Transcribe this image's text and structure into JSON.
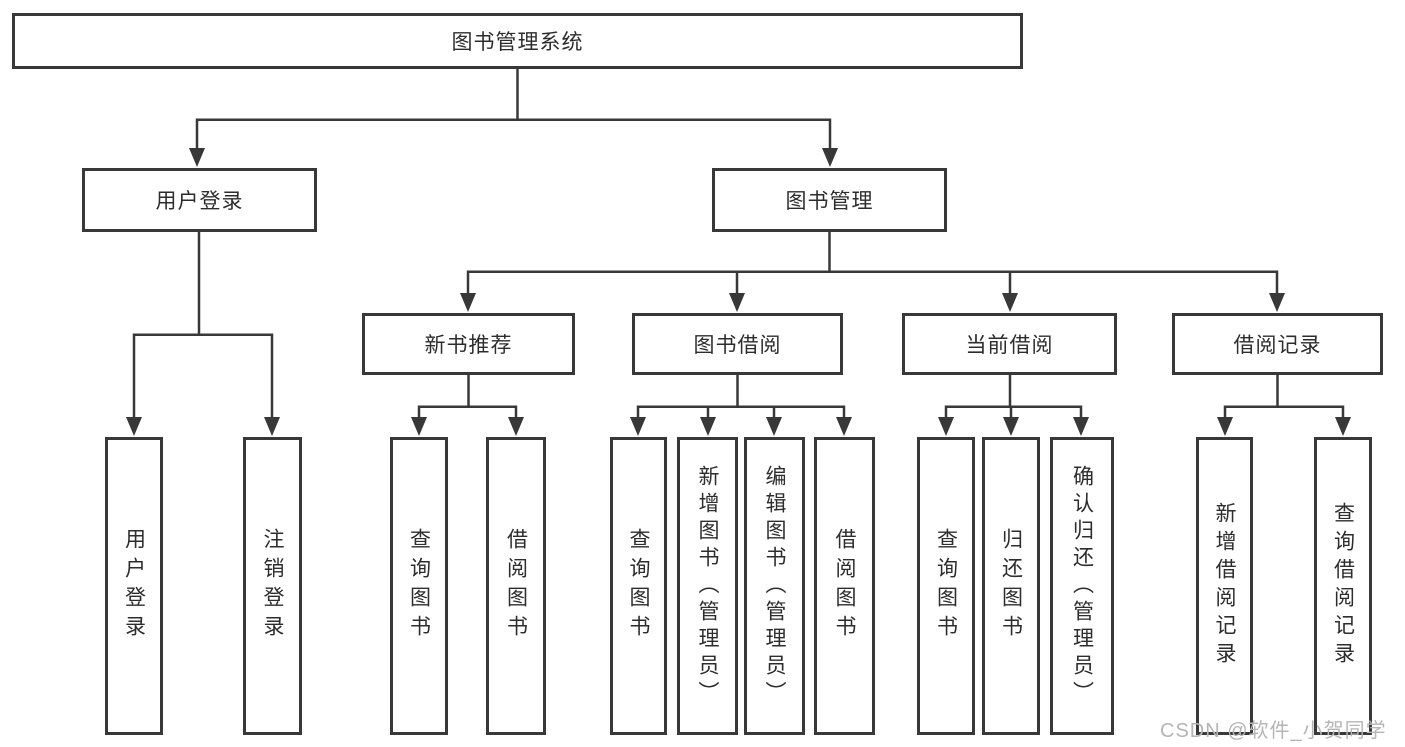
{
  "diagram_title": "图书管理系统",
  "tree": {
    "label": "图书管理系统",
    "children": [
      {
        "label": "用户登录",
        "children": [
          {
            "label": "用户登录"
          },
          {
            "label": "注销登录"
          }
        ]
      },
      {
        "label": "图书管理",
        "children": [
          {
            "label": "新书推荐",
            "children": [
              {
                "label": "查询图书"
              },
              {
                "label": "借阅图书"
              }
            ]
          },
          {
            "label": "图书借阅",
            "children": [
              {
                "label": "查询图书"
              },
              {
                "label": "新增图书（管理员）"
              },
              {
                "label": "编辑图书（管理员）"
              },
              {
                "label": "借阅图书"
              }
            ]
          },
          {
            "label": "当前借阅",
            "children": [
              {
                "label": "查询图书"
              },
              {
                "label": "归还图书"
              },
              {
                "label": "确认归还（管理员）"
              }
            ]
          },
          {
            "label": "借阅记录",
            "children": [
              {
                "label": "新增借阅记录"
              },
              {
                "label": "查询借阅记录"
              }
            ]
          }
        ]
      }
    ]
  },
  "watermark": {
    "text": "CSDN @软件_小贺同学"
  },
  "colors": {
    "line": "#383838",
    "border": "#383838",
    "text": "#2d2d2d",
    "watermark_text": "#b5b5b5",
    "background": "#ffffff"
  }
}
